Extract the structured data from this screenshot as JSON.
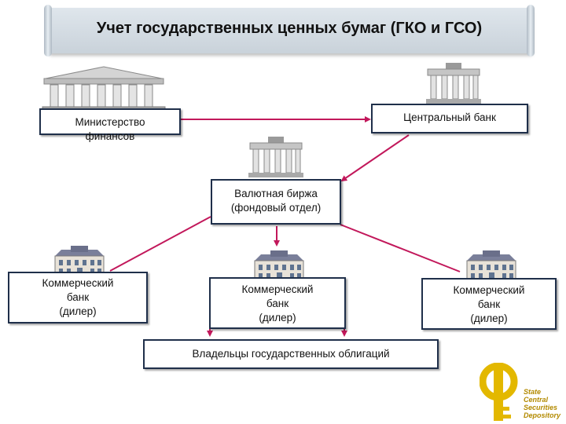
{
  "title": "Учет государственных ценных бумаг (ГКО и ГСО)",
  "nodes": {
    "minfin": [
      "Министерство",
      "финансов"
    ],
    "central_bank": [
      "Центральный банк"
    ],
    "exchange": [
      "Валютная биржа",
      "(фондовый отдел)"
    ],
    "bank_left": [
      "Коммерческий",
      "банк",
      "(дилер)"
    ],
    "bank_center": [
      "Коммерческий",
      "банк",
      "(дилер)"
    ],
    "bank_right": [
      "Коммерческий",
      "банк",
      "(дилер)"
    ],
    "owners": [
      "Владельцы государственных облигаций"
    ]
  },
  "logo": {
    "lines": [
      "State",
      "Central",
      "Securities",
      "Depository"
    ]
  },
  "colors": {
    "arrow": "#c2185b",
    "box_border": "#1f2f4a",
    "logo": "#e3b800"
  },
  "icons": [
    "government-building-icon",
    "gate-building-icon",
    "bank-building-icon",
    "key-logo-icon"
  ]
}
